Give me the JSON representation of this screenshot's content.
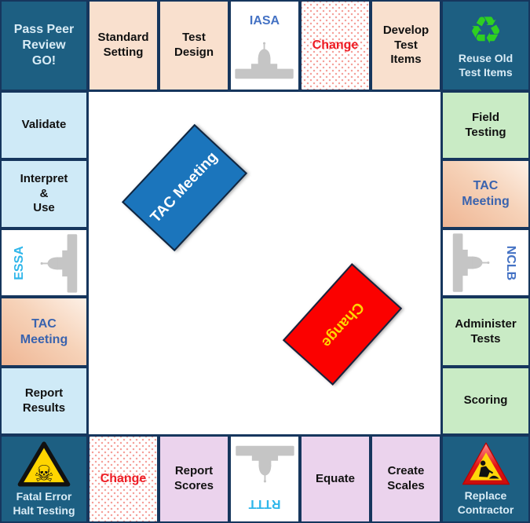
{
  "corners": {
    "top_left": {
      "label": "Pass Peer\nReview\nGO!"
    },
    "top_right": {
      "label": "Reuse Old\nTest Items",
      "icon": "recycle-icon"
    },
    "bottom_left": {
      "label": "Fatal Error\nHalt Testing",
      "icon": "skull-crossbones-warning-icon"
    },
    "bottom_right": {
      "label": "Replace\nContractor",
      "icon": "roadwork-warning-icon"
    }
  },
  "top_row": [
    {
      "label": "Standard\nSetting",
      "type": "process"
    },
    {
      "label": "Test\nDesign",
      "type": "process"
    },
    {
      "label": "IASA",
      "type": "legislation",
      "icon": "capitol-icon"
    },
    {
      "label": "Change",
      "type": "change"
    },
    {
      "label": "Develop\nTest\nItems",
      "type": "process"
    }
  ],
  "right_column": [
    {
      "label": "Field\nTesting",
      "type": "process"
    },
    {
      "label": "TAC\nMeeting",
      "type": "tac-meeting"
    },
    {
      "label": "NCLB",
      "type": "legislation",
      "icon": "capitol-icon"
    },
    {
      "label": "Administer\nTests",
      "type": "process"
    },
    {
      "label": "Scoring",
      "type": "process"
    }
  ],
  "bottom_row": [
    {
      "label": "Change",
      "type": "change"
    },
    {
      "label": "Report\nScores",
      "type": "process"
    },
    {
      "label": "RTTT",
      "type": "legislation",
      "icon": "capitol-icon"
    },
    {
      "label": "Equate",
      "type": "process"
    },
    {
      "label": "Create\nScales",
      "type": "process"
    }
  ],
  "left_column": [
    {
      "label": "Validate",
      "type": "process"
    },
    {
      "label": "Interpret\n&\nUse",
      "type": "process"
    },
    {
      "label": "ESSA",
      "type": "legislation",
      "icon": "capitol-icon"
    },
    {
      "label": "TAC\nMeeting",
      "type": "tac-meeting"
    },
    {
      "label": "Report\nResults",
      "type": "process"
    }
  ],
  "center_cards": [
    {
      "label": "TAC Meeting",
      "bg": "#1b75bc",
      "text_color": "#ffffff"
    },
    {
      "label": "Change",
      "bg": "#fb0100",
      "text_color": "#ffd400"
    }
  ],
  "icons": {
    "recycle_glyph": "♻"
  },
  "colors": {
    "board_border": "#16365d",
    "corner_bg": "#1d5f82",
    "corner_text": "#d9ecf6",
    "peach_tile": "#f9e0ce",
    "blue_tile": "#cfeaf7",
    "green_tile": "#c9ebc5",
    "lavender_tile": "#ebd3ed",
    "tac_text": "#3a63ae",
    "law_blue_text": "#4472c4",
    "law_cyan_text": "#2eb6ea",
    "change_red": "#ee1c24",
    "recycle_green": "#2ed021",
    "card_blue": "#1b75bc",
    "card_red": "#fb0100",
    "card_yellow_text": "#ffd400"
  }
}
